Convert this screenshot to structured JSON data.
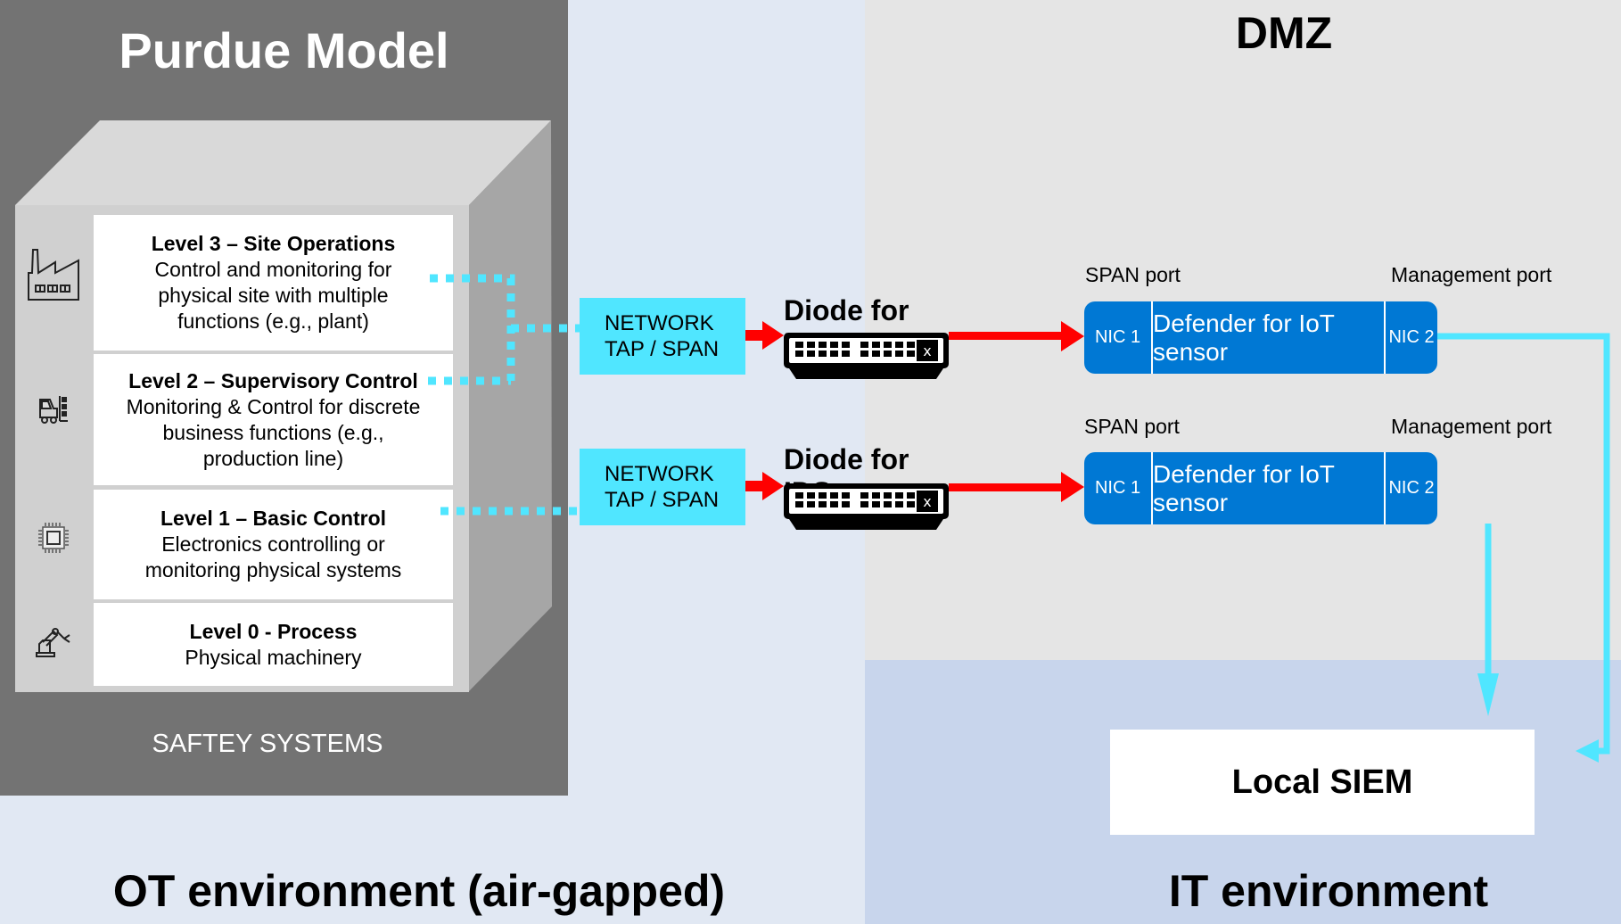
{
  "regions": {
    "ot_label": "OT environment (air-gapped)",
    "dmz_label": "DMZ",
    "it_label": "IT environment"
  },
  "purdue": {
    "title": "Purdue Model",
    "safety_label": "SAFTEY SYSTEMS",
    "levels": [
      {
        "title": "Level 3 – Site Operations",
        "desc": "Control and monitoring for physical site with multiple functions (e.g., plant)",
        "icon": "factory-icon"
      },
      {
        "title": "Level 2 – Supervisory Control",
        "desc": "Monitoring & Control for discrete business functions (e.g., production line)",
        "icon": "forklift-icon"
      },
      {
        "title": "Level 1 – Basic Control",
        "desc": "Electronics controlling or monitoring physical systems",
        "icon": "chip-icon"
      },
      {
        "title": "Level 0 - Process",
        "desc": "Physical machinery",
        "icon": "robot-arm-icon"
      }
    ]
  },
  "taps": [
    {
      "line1": "NETWORK",
      "line2": "TAP / SPAN"
    },
    {
      "line1": "NETWORK",
      "line2": "TAP / SPAN"
    }
  ],
  "diodes": [
    {
      "label": "Diode for IDS"
    },
    {
      "label": "Diode for IDS"
    }
  ],
  "sensors": [
    {
      "span_label": "SPAN port",
      "mgmt_label": "Management port",
      "nic1": "NIC 1",
      "name": "Defender for IoT sensor",
      "nic2": "NIC 2"
    },
    {
      "span_label": "SPAN port",
      "mgmt_label": "Management port",
      "nic1": "NIC 1",
      "name": "Defender for IoT sensor",
      "nic2": "NIC 2"
    }
  ],
  "siem": {
    "label": "Local SIEM"
  },
  "colors": {
    "cyan": "#50e6ff",
    "sensor_blue": "#0078d4",
    "arrow_red": "#ff0000",
    "panel_gray": "#737373"
  }
}
